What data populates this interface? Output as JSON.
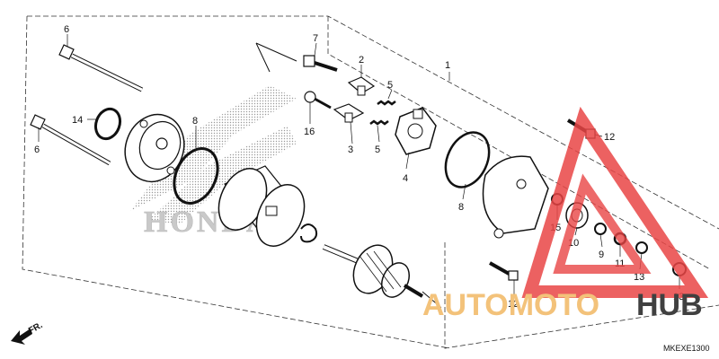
{
  "diagram": {
    "code": "MKEXE1300",
    "brand_text": "HONDA",
    "front_marker": "FR.",
    "callouts": [
      "1",
      "2",
      "3",
      "4",
      "5",
      "5",
      "6",
      "6",
      "7",
      "8",
      "8",
      "9",
      "10",
      "11",
      "12",
      "12",
      "13",
      "13",
      "14",
      "15",
      "16"
    ]
  },
  "watermark": {
    "part1": "AUTOMOTO",
    "part2": "HUB",
    "color1": "#f3c27a",
    "color2": "#404040",
    "triangle_color": "#e94545"
  }
}
